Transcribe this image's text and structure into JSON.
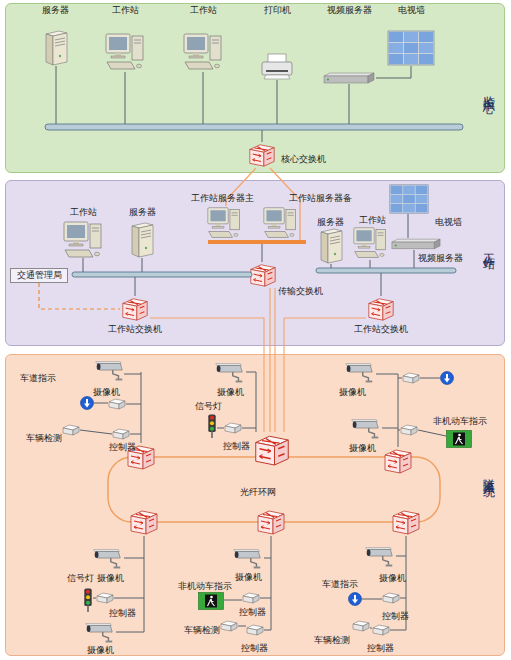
{
  "diagram": {
    "nodes": [
      {
        "text": [
          "监控中心"
        ]
      },
      {
        "text": [
          "核心交换机"
        ],
        "in": 0
      },
      {
        "text": [
          "工作站"
        ]
      },
      {
        "text": [
          "交通管理局"
        ],
        "in": 2
      },
      {
        "text": [
          "工作站交换机"
        ],
        "in": 2
      },
      {
        "text": [
          "传输交换机"
        ],
        "in": 2
      },
      {
        "text": [
          "工作站交换机"
        ],
        "in": 2
      },
      {
        "text": [
          "隧道系统"
        ]
      }
    ],
    "edges": [
      {
        "from": 3,
        "to": 4,
        "arrow": "none"
      }
    ],
    "labels": [
      "服务器",
      "工作站",
      "工作站",
      "打印机",
      "视频服务器",
      "电视墙",
      "工作站",
      "服务器",
      "工作站服务器主",
      "工作站服务器备",
      "服务器",
      "工作站",
      "电视墙",
      "视频服务器",
      "车道指示",
      "摄像机",
      "车辆检测",
      "控制器",
      "摄像机",
      "信号灯",
      "控制器",
      "摄像机",
      "摄像机",
      "非机动车指示",
      "光纤环网",
      "摄像机",
      "信号灯",
      "控制器",
      "摄像机",
      "摄像机",
      "非机动车指示",
      "控制器",
      "车辆检测",
      "控制器",
      "车道指示",
      "摄像机",
      "控制器",
      "车辆检测",
      "控制器"
    ]
  }
}
